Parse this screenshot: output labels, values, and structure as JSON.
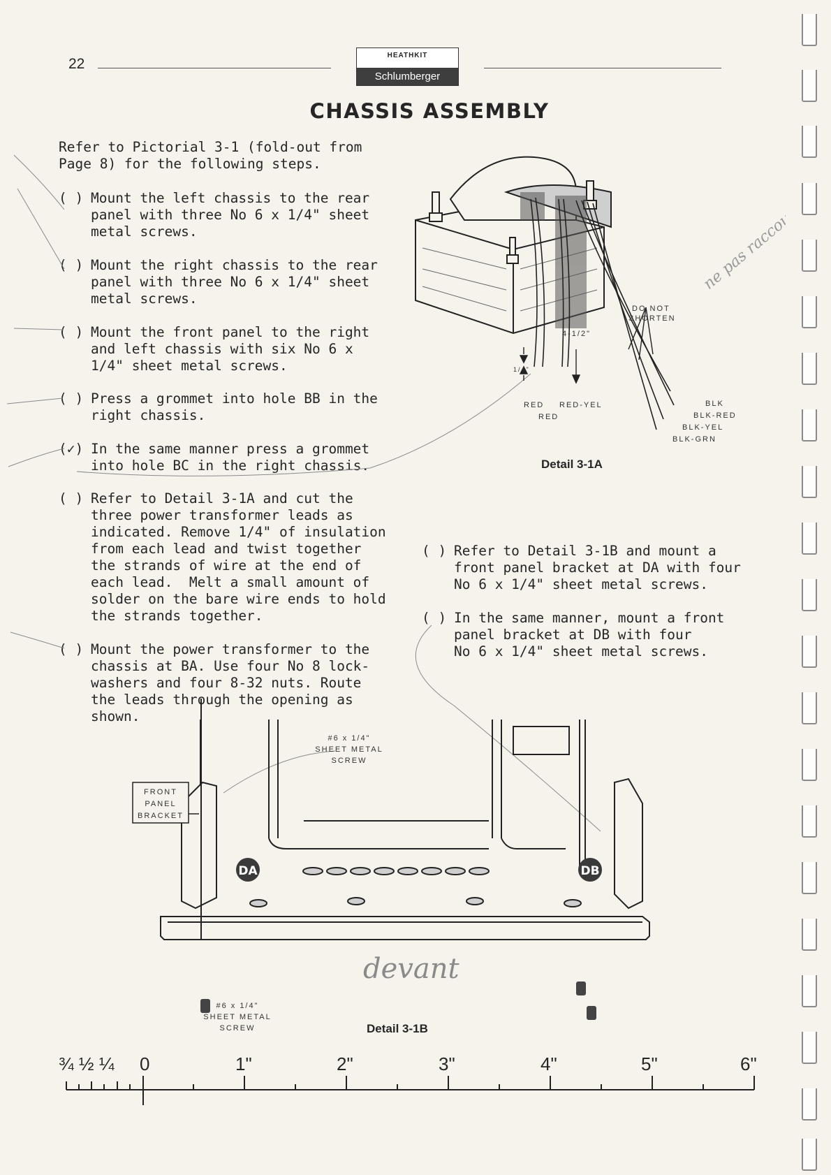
{
  "header": {
    "page_number": "22",
    "brand_top": "HEATHKIT",
    "brand_bottom": "Schlumberger"
  },
  "title": "CHASSIS ASSEMBLY",
  "intro": "Refer to Pictorial 3-1 (fold-out from\nPage 8) for the following steps.",
  "steps_left": [
    {
      "check": "( )",
      "text": "Mount the left chassis to the rear\npanel with three No 6 x 1/4\" sheet\nmetal screws."
    },
    {
      "check": "( )",
      "text": "Mount the right chassis to the rear\npanel with three No 6 x 1/4\" sheet\nmetal screws."
    },
    {
      "check": "( )",
      "text": "Mount the front panel to the right\nand left chassis with six No 6 x\n1/4\" sheet metal screws."
    },
    {
      "check": "( )",
      "text": "Press a grommet into hole BB in the\nright chassis."
    },
    {
      "check": "(✓)",
      "text": "In the same manner press a grommet\ninto hole BC in the right chassis."
    },
    {
      "check": "( )",
      "text": "Refer to Detail 3-1A and cut the\nthree power transformer leads as\nindicated. Remove 1/4\" of insulation\nfrom each lead and twist together\nthe strands of wire at the end of\neach lead.  Melt a small amount of\nsolder on the bare wire ends to hold\nthe strands together."
    },
    {
      "check": "( )",
      "text": "Mount the power transformer to the\nchassis at BA. Use four No 8 lock-\nwashers and four 8-32 nuts. Route\nthe leads through the opening as\nshown."
    }
  ],
  "steps_right": [
    {
      "check": "( )",
      "text": "Refer to Detail 3-1B and mount a\nfront panel bracket at DA with four\nNo 6 x 1/4\" sheet metal screws."
    },
    {
      "check": "( )",
      "text": "In the same manner, mount a front\npanel bracket at DB with four\nNo 6 x 1/4\" sheet metal screws."
    }
  ],
  "detail_a": {
    "caption": "Detail 3-1A",
    "do_not_shorten_1": "DO NOT",
    "do_not_shorten_2": "SHORTEN",
    "dim_short": "1/4\"",
    "dim_long": "4-1/2\"",
    "wire_red_1": "RED",
    "wire_red_2": "RED",
    "wire_red_yel": "RED-YEL",
    "wire_blk": "BLK",
    "wire_blk_red": "BLK-RED",
    "wire_blk_yel": "BLK-YEL",
    "wire_blk_grn": "BLK-GRN"
  },
  "detail_b": {
    "caption": "Detail 3-1B",
    "screw_top_1": "#6 x 1/4\"",
    "screw_top_2": "SHEET METAL",
    "screw_top_3": "SCREW",
    "bracket_1": "FRONT",
    "bracket_2": "PANEL",
    "bracket_3": "BRACKET",
    "label_da": "DA",
    "label_db": "DB",
    "screw_bot_1": "#6 x 1/4\"",
    "screw_bot_2": "SHEET METAL",
    "screw_bot_3": "SCREW"
  },
  "handwriting": {
    "devant": "devant",
    "note": "ne pas raccourcir"
  },
  "ruler": {
    "fractions": "¾ ½ ¼",
    "zero": "0",
    "marks": [
      "1\"",
      "2\"",
      "3\"",
      "4\"",
      "5\"",
      "6\""
    ]
  }
}
